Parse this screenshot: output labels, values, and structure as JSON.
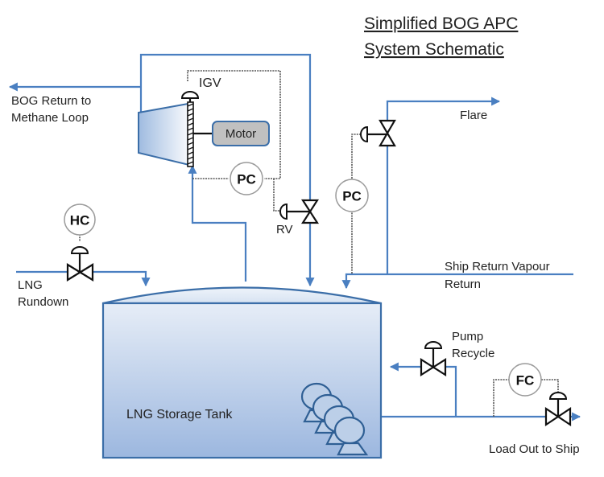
{
  "title": {
    "line1": "Simplified  BOG  APC",
    "line2": "System Schematic"
  },
  "labels": {
    "bog_return_line1": "BOG Return to",
    "bog_return_line2": "Methane Loop",
    "igv": "IGV",
    "motor": "Motor",
    "rv": "RV",
    "flare": "Flare",
    "ship_return_line1": "Ship Return Vapour",
    "ship_return_line2": "Return",
    "lng_rundown_line1": "LNG",
    "lng_rundown_line2": "Rundown",
    "tank": "LNG Storage Tank",
    "pump_recycle_line1": "Pump",
    "pump_recycle_line2": "Recycle",
    "load_out": "Load Out to Ship"
  },
  "instruments": {
    "pc_compressor": "PC",
    "pc_flare": "PC",
    "hc_rundown": "HC",
    "fc_loadout": "FC"
  },
  "colors": {
    "pipe": "#4a7fc1",
    "tank_top": "#e3ebf6",
    "tank_bottom": "#9db8e0",
    "motor_fill": "#c0c0c0",
    "motor_stroke": "#3b6ea8"
  }
}
